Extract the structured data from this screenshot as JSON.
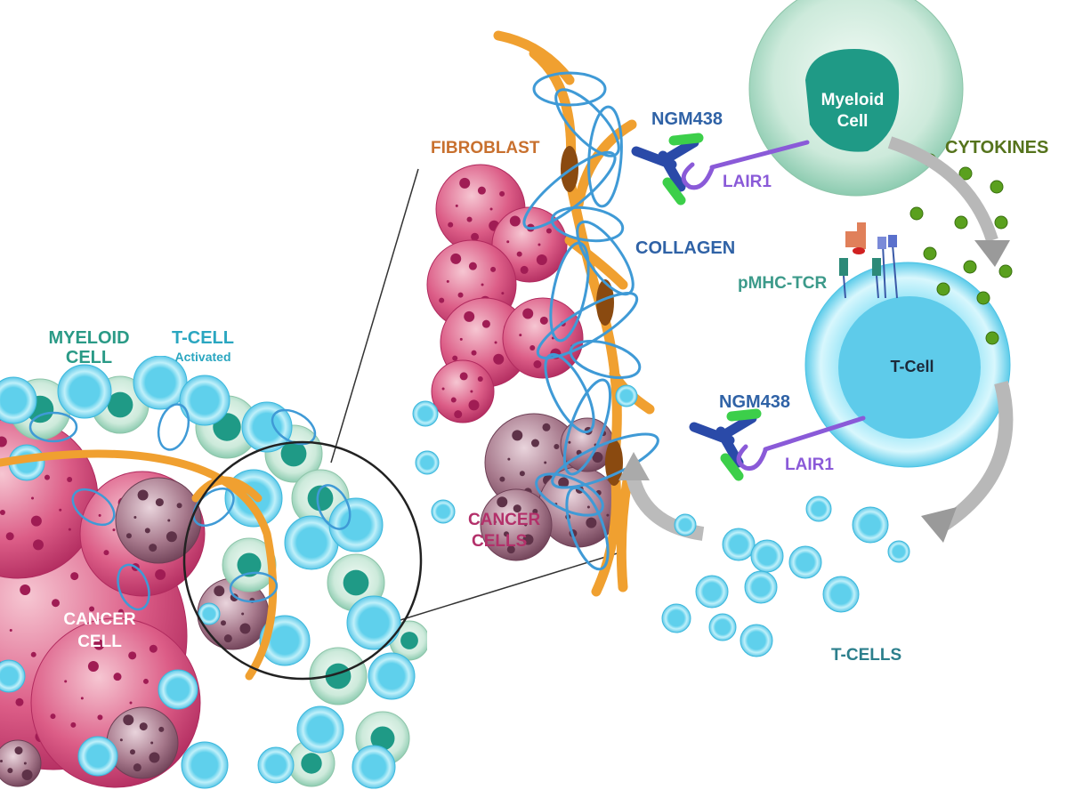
{
  "labels": {
    "fibroblast": "FIBROBLAST",
    "ngm438_top": "NGM438",
    "lair1_top": "LAIR1",
    "collagen": "COLLAGEN",
    "pmhc_tcr": "pMHC-TCR",
    "cytokines": "CYTOKINES",
    "myeloid_cell_big_line1": "Myeloid",
    "myeloid_cell_big_line2": "Cell",
    "t_cell_big": "T-Cell",
    "ngm438_bottom": "NGM438",
    "lair1_bottom": "LAIR1",
    "t_cells": "T-CELLS",
    "cancer_cells_line1": "CANCER",
    "cancer_cells_line2": "CELLS",
    "myeloid_cell_line1": "MYELOID",
    "myeloid_cell_line2": "CELL",
    "t_cell_activated_line1": "T-CELL",
    "t_cell_activated_line2": "Activated",
    "cancer_cell_line1": "CANCER",
    "cancer_cell_line2": "CELL"
  },
  "colors": {
    "cancer": "#c8336e",
    "cancer_dark": "#7a4a62",
    "tcell": "#6fd6ee",
    "myeloid": "#bfe3cf",
    "myeloid_nucleus": "#1f9a86",
    "fibroblast": "#f0a030",
    "collagen": "#3f9ad6",
    "lair1": "#8a5ad8",
    "antibody_blue": "#2a4aa8",
    "antibody_green": "#3ccf4a",
    "cytokine": "#5aa01e"
  }
}
